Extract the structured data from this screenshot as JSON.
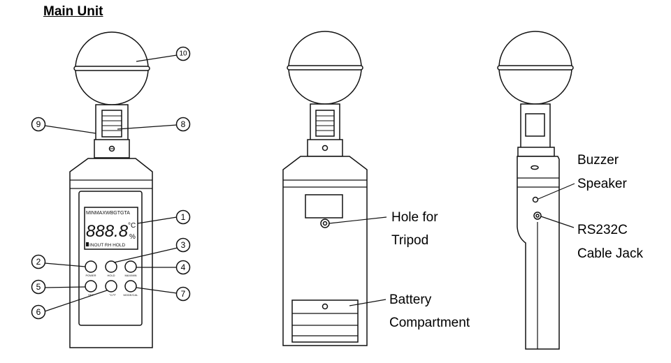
{
  "title": "Main Unit",
  "callout_numbers": [
    "1",
    "2",
    "3",
    "4",
    "5",
    "6",
    "7",
    "8",
    "9",
    "10"
  ],
  "lcd": {
    "indicators": "MINMAXWBGTGTA",
    "digits": "888.8",
    "unit_temp": "°C",
    "unit_rh": "%",
    "status": "INOUT RH HOLD"
  },
  "buttons": [
    "POWER",
    "HOLD",
    "MAX/MIN",
    "SET",
    "°C/°F",
    "MODE/CAL"
  ],
  "back_view": {
    "tripod_line1": "Hole for",
    "tripod_line2": "Tripod",
    "battery_line1": "Battery",
    "battery_line2": "Compartment"
  },
  "side_view": {
    "buzzer_line1": "Buzzer",
    "buzzer_line2": "Speaker",
    "jack_line1": "RS232C",
    "jack_line2": "Cable Jack"
  }
}
